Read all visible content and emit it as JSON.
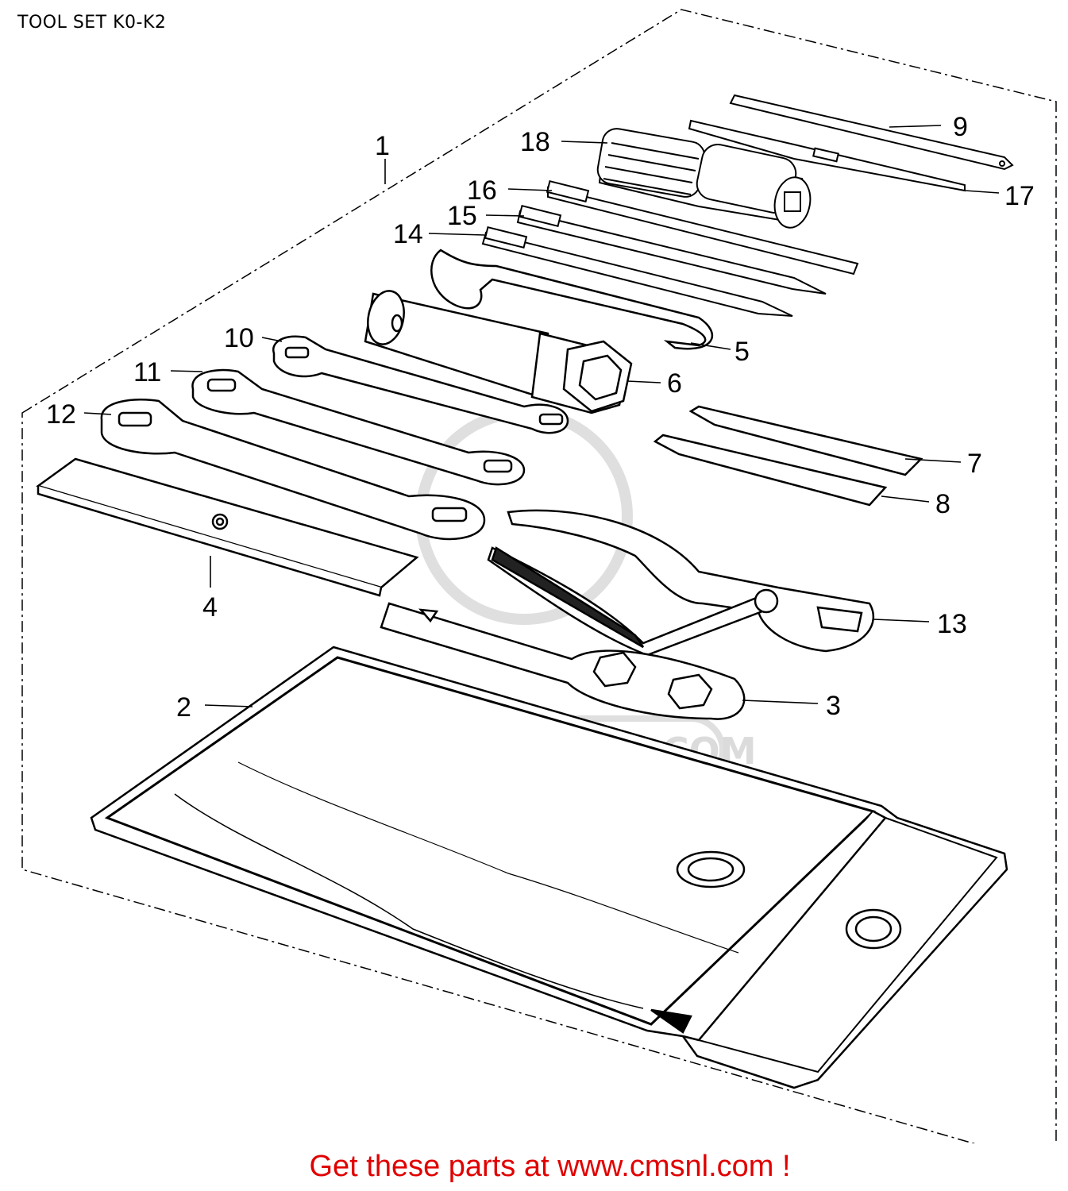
{
  "title": "TOOL SET K0-K2",
  "callouts": [
    {
      "id": "1",
      "label": "1"
    },
    {
      "id": "2",
      "label": "2"
    },
    {
      "id": "3",
      "label": "3"
    },
    {
      "id": "4",
      "label": "4"
    },
    {
      "id": "5",
      "label": "5"
    },
    {
      "id": "6",
      "label": "6"
    },
    {
      "id": "7",
      "label": "7"
    },
    {
      "id": "8",
      "label": "8"
    },
    {
      "id": "9",
      "label": "9"
    },
    {
      "id": "10",
      "label": "10"
    },
    {
      "id": "11",
      "label": "11"
    },
    {
      "id": "12",
      "label": "12"
    },
    {
      "id": "13",
      "label": "13"
    },
    {
      "id": "14",
      "label": "14"
    },
    {
      "id": "15",
      "label": "15"
    },
    {
      "id": "16",
      "label": "16"
    },
    {
      "id": "17",
      "label": "17"
    },
    {
      "id": "18",
      "label": "18"
    }
  ],
  "watermark": "WWW.CMSNL.COM",
  "footer": "Get these parts at www.cmsnl.com !",
  "colors": {
    "line": "#000000",
    "footer": "#e10000",
    "watermark": "#d8d8d8"
  }
}
